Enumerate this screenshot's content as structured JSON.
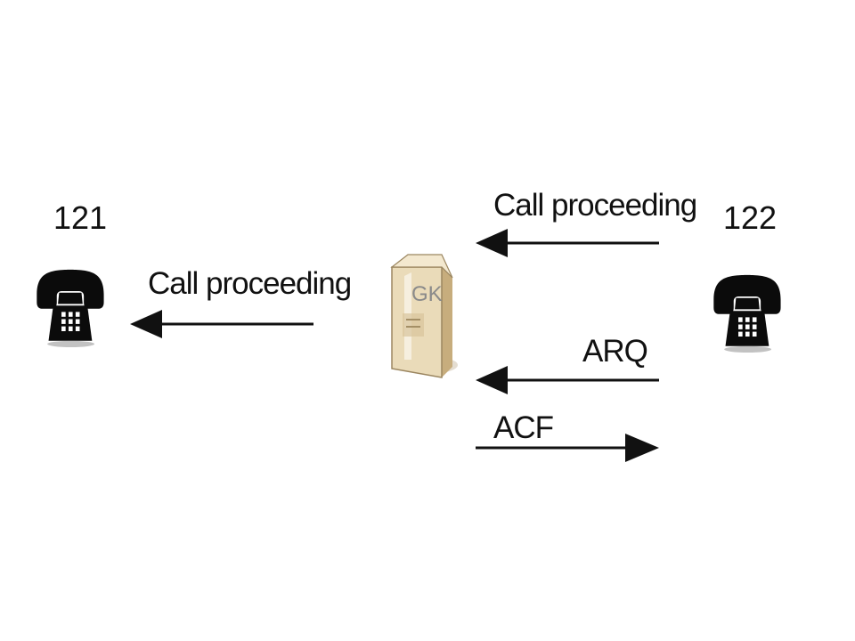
{
  "endpoints": {
    "left": {
      "number": "121",
      "icon": "telephone-icon"
    },
    "right": {
      "number": "122",
      "icon": "telephone-icon"
    }
  },
  "gatekeeper": {
    "label": "GK",
    "icon": "server-icon"
  },
  "messages": {
    "call_proceeding_to_121": "Call proceeding",
    "call_proceeding_from_122": "Call proceeding",
    "arq": "ARQ",
    "acf": "ACF"
  },
  "colors": {
    "ink": "#111111",
    "server_body": "#e8d9b8",
    "server_shade": "#cbb48a",
    "background": "#ffffff"
  }
}
